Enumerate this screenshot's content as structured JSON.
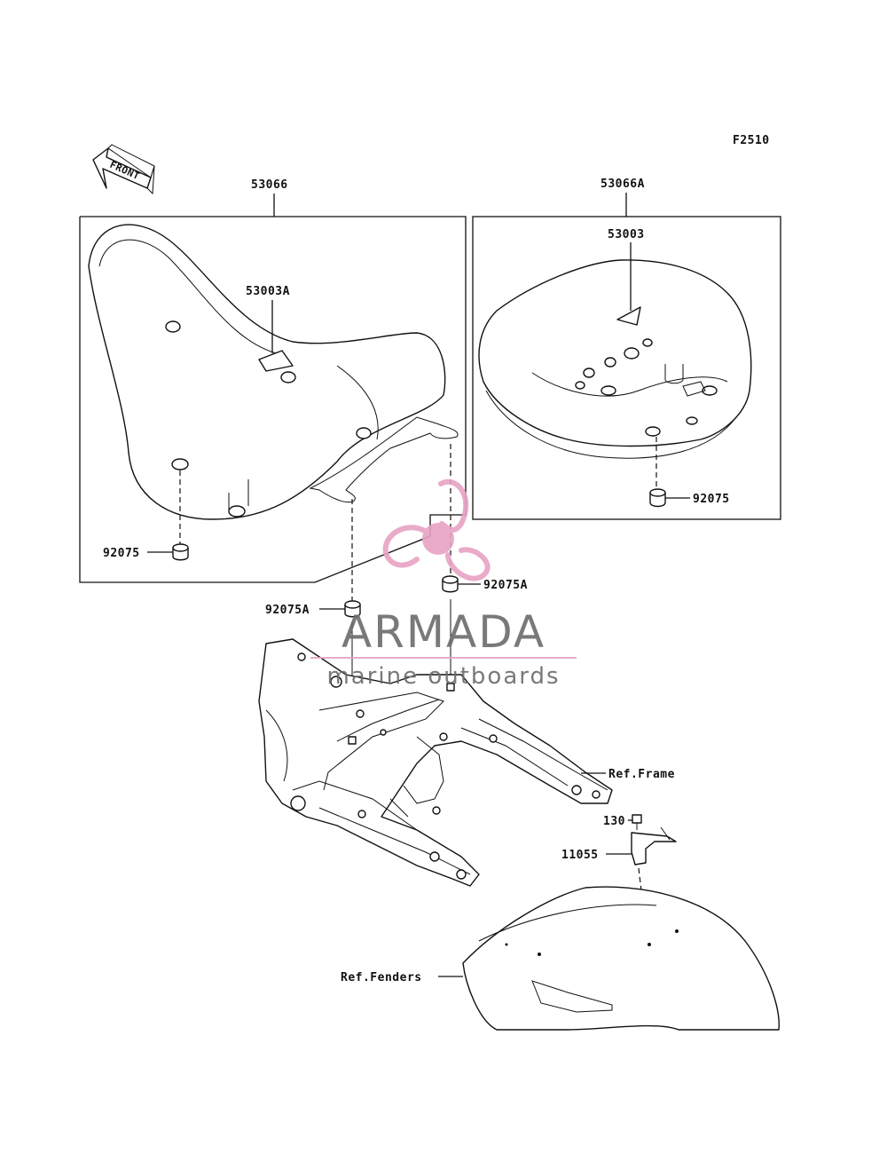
{
  "figure_code": "F2510",
  "front_label": "FRONT",
  "callouts": {
    "seat_assy": "53066",
    "seat_assy_alt": "53066A",
    "cover_left": "53003A",
    "cover_right": "53003",
    "damper_left": "92075",
    "damper_right": "92075",
    "damper_mid_left": "92075A",
    "damper_mid_right": "92075A",
    "ref_frame": "Ref.Frame",
    "bolt": "130",
    "bracket": "11055",
    "ref_fenders": "Ref.Fenders"
  },
  "watermark": {
    "brand": "ARMADA",
    "tagline": "marine outboards",
    "color_primary": "#e7a3c4",
    "color_text": "#6b6b6b"
  }
}
